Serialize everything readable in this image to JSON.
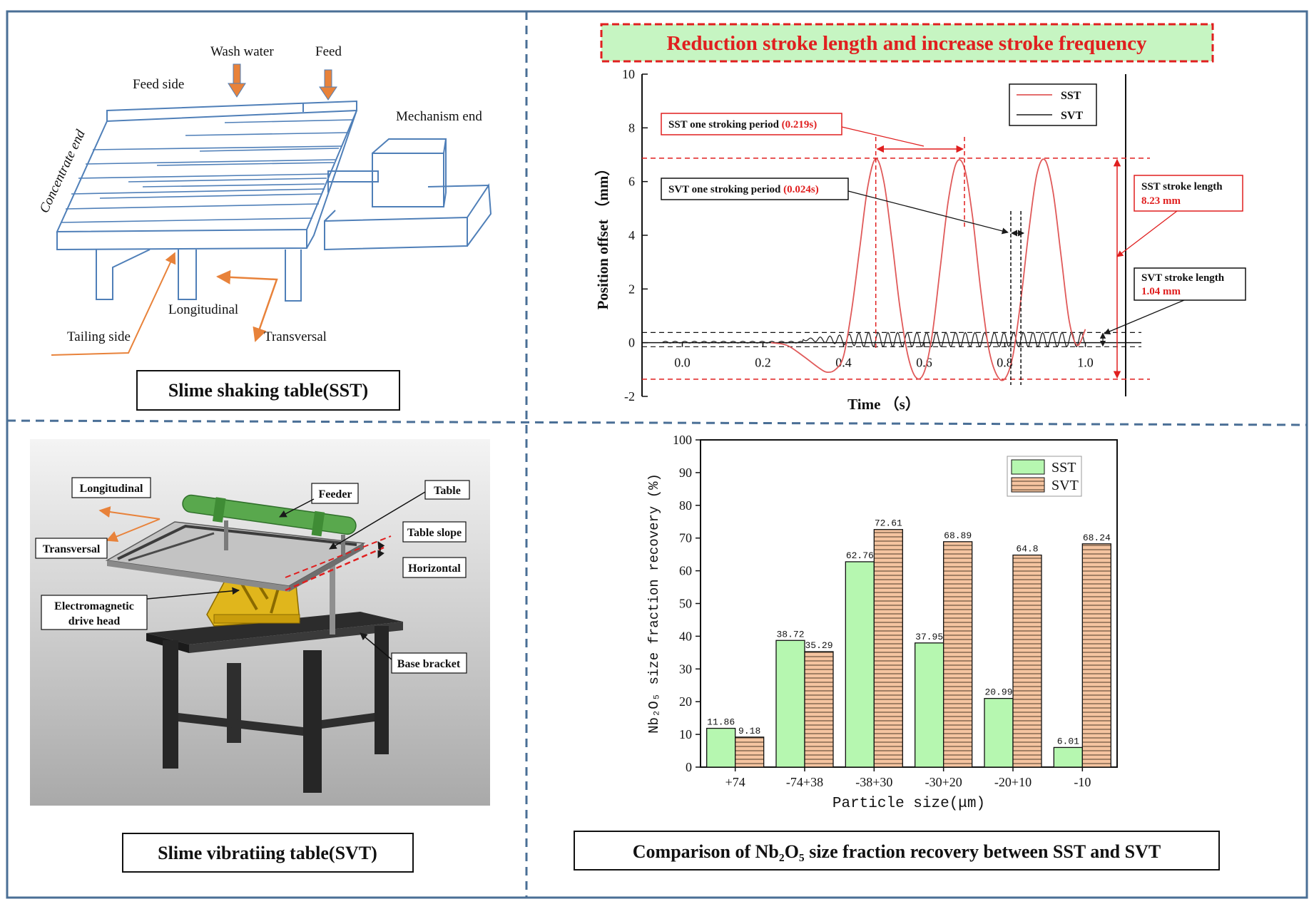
{
  "colors": {
    "frame": "#4a6f96",
    "sst_line": "#e05a5a",
    "svt_line": "#1a1a1a",
    "red_text": "#e01f1f",
    "title_bg": "#c6f5c2",
    "sst_bar": "#b6f7b0",
    "svt_bar": "#f5c4a0",
    "arrow_orange": "#e8823a"
  },
  "sst_panel": {
    "caption": "Slime shaking table(SST)",
    "labels": {
      "wash_water": "Wash water",
      "feed": "Feed",
      "feed_side": "Feed side",
      "concentrate_end": "Concentrate end",
      "mechanism_end": "Mechanism end",
      "longitudinal": "Longitudinal",
      "tailing_side": "Tailing side",
      "transversal": "Transversal"
    }
  },
  "svt_panel": {
    "caption": "Slime vibratiing table(SVT)",
    "labels": {
      "longitudinal": "Longitudinal",
      "transversal": "Transversal",
      "feeder": "Feeder",
      "table": "Table",
      "table_slope": "Table slope",
      "horizontal": "Horizontal",
      "drive_head_1": "Electromagnetic",
      "drive_head_2": "drive head",
      "base_bracket": "Base bracket"
    }
  },
  "stroke_panel": {
    "banner": "Reduction stroke length and increase stroke frequency",
    "sst_period_label": "SST one stroking period ",
    "sst_period_value": "(0.219s)",
    "svt_period_label": "SVT one stroking period ",
    "svt_period_value": "(0.024s)",
    "sst_stroke_label": "SST stroke length",
    "sst_stroke_value": "8.23 mm",
    "svt_stroke_label": "SVT stroke length",
    "svt_stroke_value": "1.04 mm"
  },
  "recovery_panel": {
    "caption": "Comparison of Nb₂O₅ size fraction recovery between SST and SVT"
  },
  "chart_data": [
    {
      "type": "line",
      "xlabel": "Time （s）",
      "ylabel": "Position offset （mm）",
      "xlim": [
        -0.1,
        1.1
      ],
      "ylim": [
        -2,
        10
      ],
      "xticks": [
        "0.0",
        "0.2",
        "0.4",
        "0.6",
        "0.8",
        "1.0"
      ],
      "yticks": [
        "-2",
        "0",
        "2",
        "4",
        "6",
        "8",
        "10"
      ],
      "legend_position": "top-right",
      "series": [
        {
          "name": "SST",
          "x": [
            0.22,
            0.26,
            0.3,
            0.34,
            0.36,
            0.38,
            0.4,
            0.42,
            0.44,
            0.46,
            0.48,
            0.5,
            0.52,
            0.54,
            0.56,
            0.58,
            0.6,
            0.62,
            0.64,
            0.66,
            0.68,
            0.7,
            0.72,
            0.74,
            0.76,
            0.78,
            0.8,
            0.82,
            0.84,
            0.86,
            0.88,
            0.9,
            0.92,
            0.94,
            0.96,
            0.98,
            1.0
          ],
          "y": [
            0.0,
            -0.1,
            -0.5,
            -0.95,
            -1.1,
            -1.0,
            -0.5,
            1.2,
            3.5,
            5.8,
            6.85,
            6.0,
            3.8,
            1.3,
            -0.5,
            -1.3,
            -1.1,
            0.3,
            2.8,
            5.3,
            6.7,
            6.5,
            4.7,
            2.0,
            -0.2,
            -1.2,
            -1.35,
            -0.5,
            1.6,
            4.2,
            6.3,
            6.8,
            5.6,
            3.2,
            0.8,
            -0.1,
            0.5
          ]
        },
        {
          "name": "SVT",
          "frequency_period_s": 0.024,
          "amplitude_range_mm": [
            -0.15,
            0.38
          ],
          "x_range": [
            -0.05,
            1.0
          ]
        }
      ],
      "reference_lines_mm": [
        6.87,
        -1.36,
        0.38,
        -0.15
      ]
    },
    {
      "type": "bar",
      "xlabel": "Particle size(μm)",
      "ylabel": "Nb₂O₅ size fraction recovery (%)",
      "ylim": [
        0,
        100
      ],
      "yticks": [
        "0",
        "10",
        "20",
        "30",
        "40",
        "50",
        "60",
        "70",
        "80",
        "90",
        "100"
      ],
      "legend_position": "top-right",
      "categories": [
        "+74",
        "-74+38",
        "-38+30",
        "-30+20",
        "-20+10",
        "-10"
      ],
      "series": [
        {
          "name": "SST",
          "values": [
            11.86,
            38.72,
            62.76,
            37.95,
            20.99,
            6.01
          ],
          "labels": [
            "11.86",
            "38.72",
            "62.76",
            "37.95",
            "20.99",
            "6.01"
          ]
        },
        {
          "name": "SVT",
          "values": [
            9.18,
            35.29,
            72.61,
            68.89,
            64.8,
            68.24
          ],
          "labels": [
            "9.18",
            "35.29",
            "72.61",
            "68.89",
            "64.8",
            "68.24"
          ]
        }
      ]
    }
  ]
}
